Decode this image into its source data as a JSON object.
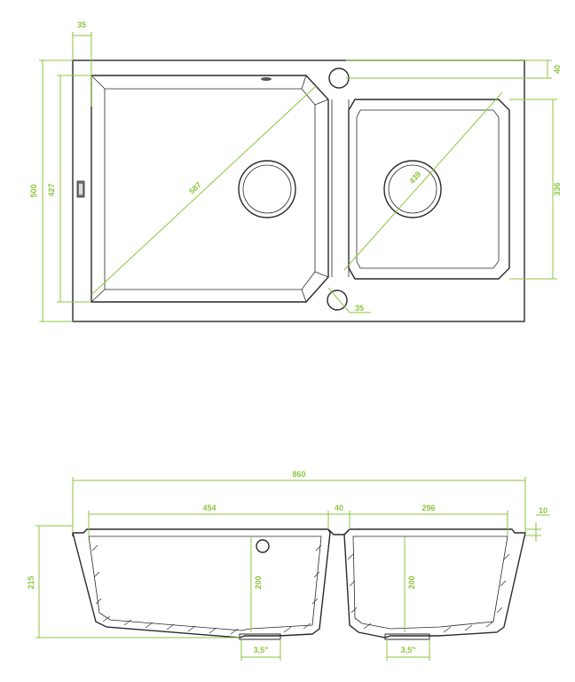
{
  "colors": {
    "dimension": "#8cc63f",
    "outline": "#2a2a2a",
    "background": "#ffffff"
  },
  "top_view": {
    "dims": {
      "rim_offset": "35",
      "tap_hole_offset": "40",
      "total_depth": "500",
      "large_bowl_depth": "427",
      "large_bowl_diagonal": "587",
      "small_bowl_diagonal": "439",
      "small_bowl_depth": "336",
      "overflow_offset": "35"
    }
  },
  "section_view": {
    "dims": {
      "total_width": "860",
      "large_bowl_width": "454",
      "divider_width": "40",
      "small_bowl_width": "296",
      "rim_thickness": "10",
      "total_height": "215",
      "large_bowl_height": "200",
      "small_bowl_height": "200",
      "drain_left": "3,5\"",
      "drain_right": "3,5\""
    }
  }
}
